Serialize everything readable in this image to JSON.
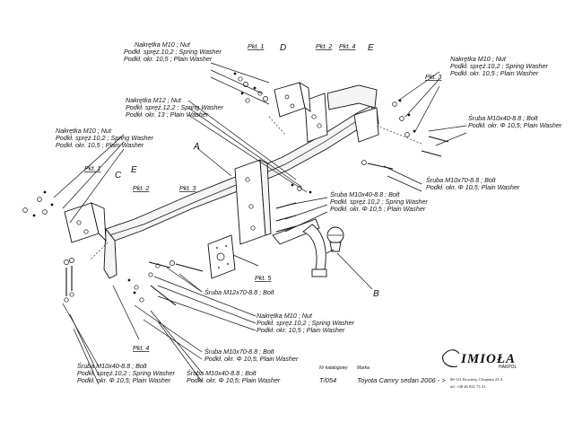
{
  "labels": {
    "nut_top_center": [
      "Nakrętka M10 ; Nut",
      "Podkł. spręż.10,2 ; Spring Washer",
      "Podkł. okr. 10,5 ; Plain Washer"
    ],
    "nut_m12": [
      "Nakrętka M12 ; Nut",
      "Podkł. spręż.12,2 ; Spring Washer",
      "Podkł. okr. 13 ; Plain Washer"
    ],
    "nut_left": [
      "Nakrętka M10 ; Nut",
      "Podkł. spręż.10,2 ; Spring Washer",
      "Podkł. okr. 10,5 ; Plain Washer"
    ],
    "nut_right": [
      "Nakrętka M10 ; Nut",
      "Podkł. spręż.10,2 ; Spring Washer",
      "Podkł. okr. 10,5 ; Plain Washer"
    ],
    "bolt_right_upper": [
      "Śruba M10x40-8.8 ; Bolt",
      "Podkł. okr. Φ 10,5; Plain Washer"
    ],
    "bolt_right_mid": [
      "Śruba M10x70-8.8 ; Bolt",
      "Podkł. okr. Φ 10,5; Plain Washer"
    ],
    "bolt_center": [
      "Śruba M10x40-8.8 ; Bolt",
      "Podkł. spręż.10,2 ; Spring Washer",
      "Podkł. okr. Φ 10,5 ; Plain Washer"
    ],
    "bolt_m12": "Śruba M12x70-8.8 ; Bolt",
    "nut_bottom_center": [
      "Nakrętka M10 ; Nut",
      "Podkł. spręż.10,2 ; Spring Washer",
      "Podkł. okr. 10,5 ; Plain Washer"
    ],
    "bolt_m10x70_bottom": [
      "Śruba M10x70-8.8 ; Bolt",
      "Podkł. okr. Φ 10,5; Plain Washer"
    ],
    "bolt_m10x40_bottom": [
      "Śruba M10x40-8.8 ; Bolt",
      "Podkł. okr. Φ 10,5; Plain Washer"
    ],
    "bolt_bottom_left": [
      "Śruba M10x40-8.8 ; Bolt",
      "Podkł. spręż.10,2 ; Spring Washer",
      "Podkł. okr. Φ 10,5; Plain Washer"
    ]
  },
  "pkt": {
    "p1_top": "Pkt. 1",
    "p2_top": "Pkt. 2",
    "p4_top": "Pkt. 4",
    "p3_right": "Pkt. 3",
    "p1_left": "Pkt. 1",
    "p2_left": "Pkt. 2",
    "p3_mid": "Pkt. 3",
    "p5": "Pkt. 5",
    "p4_bottom": "Pkt. 4"
  },
  "letters": {
    "A": "A",
    "B": "B",
    "C": "C",
    "D": "D",
    "E_top": "E",
    "E_left": "E"
  },
  "title_block": {
    "nr_katalogowy_label": "Nr katalogowy",
    "marka_label": "Marka",
    "catalog_number": "T/054",
    "vehicle": "Toyota Camry sedan 2006 - >"
  },
  "brand": {
    "name": "IMIOŁA",
    "sub": "HAKPOL",
    "address": "06-111 Kowiesy, Chojnata 23 A",
    "phone": "tel. +48 46 831 73 31"
  },
  "colors": {
    "ink": "#111111",
    "paper": "#ffffff"
  }
}
